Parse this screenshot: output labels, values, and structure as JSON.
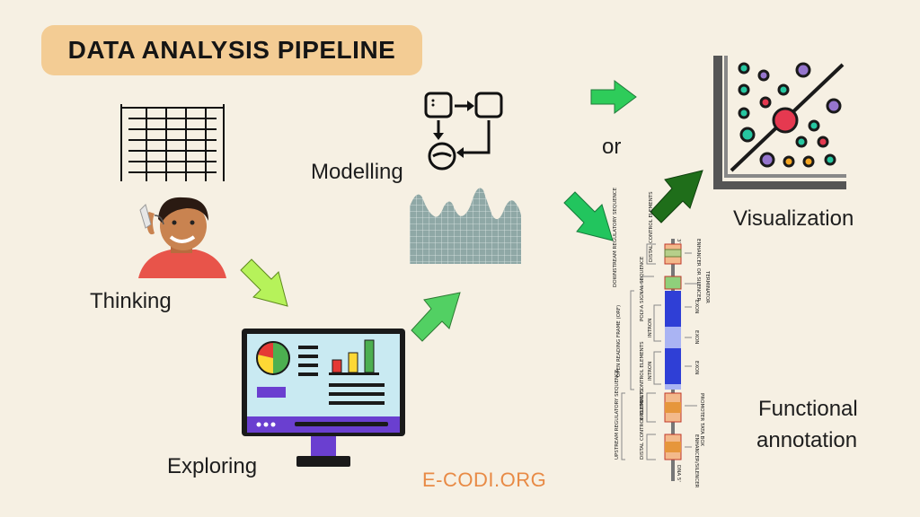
{
  "header": {
    "title": "DATA ANALYSIS PIPELINE"
  },
  "stages": {
    "thinking": "Thinking",
    "exploring": "Exploring",
    "modelling": "Modelling",
    "or": "or",
    "visualization": "Visualization",
    "functional": "Functional",
    "annotation": "annotation"
  },
  "footer": {
    "site": "E-CODI.ORG"
  },
  "gene_diagram": {
    "left_labels": [
      "DOWNSTREAM REGULATORY SEQUENCE",
      "OPEN READING FRAME (ORF)",
      "UPSTREAM REGULATORY SEQUENCE"
    ],
    "inner_left_labels": [
      "DISTAL CONTROL ELEMENTS",
      "POLY-A SIGNAL SEQUENCE",
      "INTRON",
      "INTRON",
      "PROXIMAL CONTROL ELEMENTS",
      "DISTAL CONTROL ELEMENTS"
    ],
    "right_labels": [
      "ENHANCER OR SILENCER",
      "TERMINATOR",
      "EXON",
      "EXON",
      "EXON",
      "PROMOTER TATA BOX",
      "ENHANCER/SILENCER"
    ],
    "end_labels": [
      "3'",
      "DNA 5'"
    ]
  },
  "colors": {
    "background": "#f6f0e3",
    "title_bg": "#f3cc94",
    "accent": "#e88a45",
    "arrow_light": "#b6f25a",
    "arrow_mid": "#22c55e",
    "arrow_dark": "#166b16"
  },
  "icons": [
    "table-icon",
    "thinking-person-icon",
    "flowchart-icon",
    "area-chart-icon",
    "dashboard-monitor-icon",
    "scatter-plot-icon",
    "gene-structure-icon"
  ]
}
